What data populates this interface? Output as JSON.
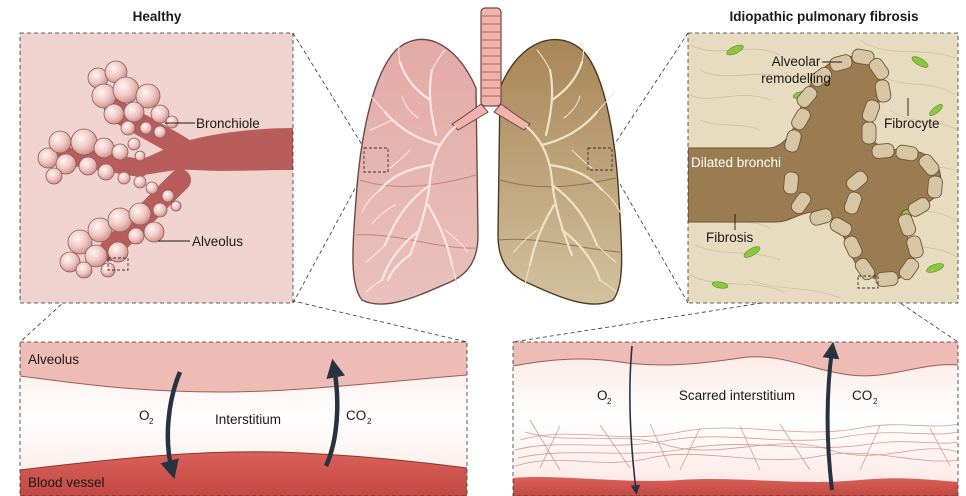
{
  "headings": {
    "healthy": "Healthy",
    "ipf": "Idiopathic pulmonary fibrosis"
  },
  "healthy_inset": {
    "bronchiole": "Bronchiole",
    "alveolus": "Alveolus"
  },
  "ipf_inset": {
    "alveolar_line1": "Alveolar",
    "alveolar_line2": "remodelling",
    "fibrocyte": "Fibrocyte",
    "dilated_bronchi": "Dilated bronchi",
    "fibrosis": "Fibrosis"
  },
  "healthy_tissue": {
    "alveolus": "Alveolus",
    "interstitium": "Interstitium",
    "blood_vessel": "Blood vessel",
    "o2": "O",
    "co2": "CO",
    "subscript": "2"
  },
  "ipf_tissue": {
    "scarred_interstitium": "Scarred interstitium",
    "o2": "O",
    "co2": "CO",
    "subscript": "2"
  },
  "colors": {
    "healthy_lung": "#d99a96",
    "fibrotic_lung": "#a88a5a",
    "inset_bg_healthy": "#f0d3cf",
    "inset_bg_ipf": "#e8dcc0",
    "bronchiole": "#b65a5a",
    "alveolus_ball": "#f2c9c4",
    "blood": "#c9524a",
    "interstitium": "#fbeeea",
    "arrow": "#253440",
    "fibrocyte": "#8dc640"
  }
}
